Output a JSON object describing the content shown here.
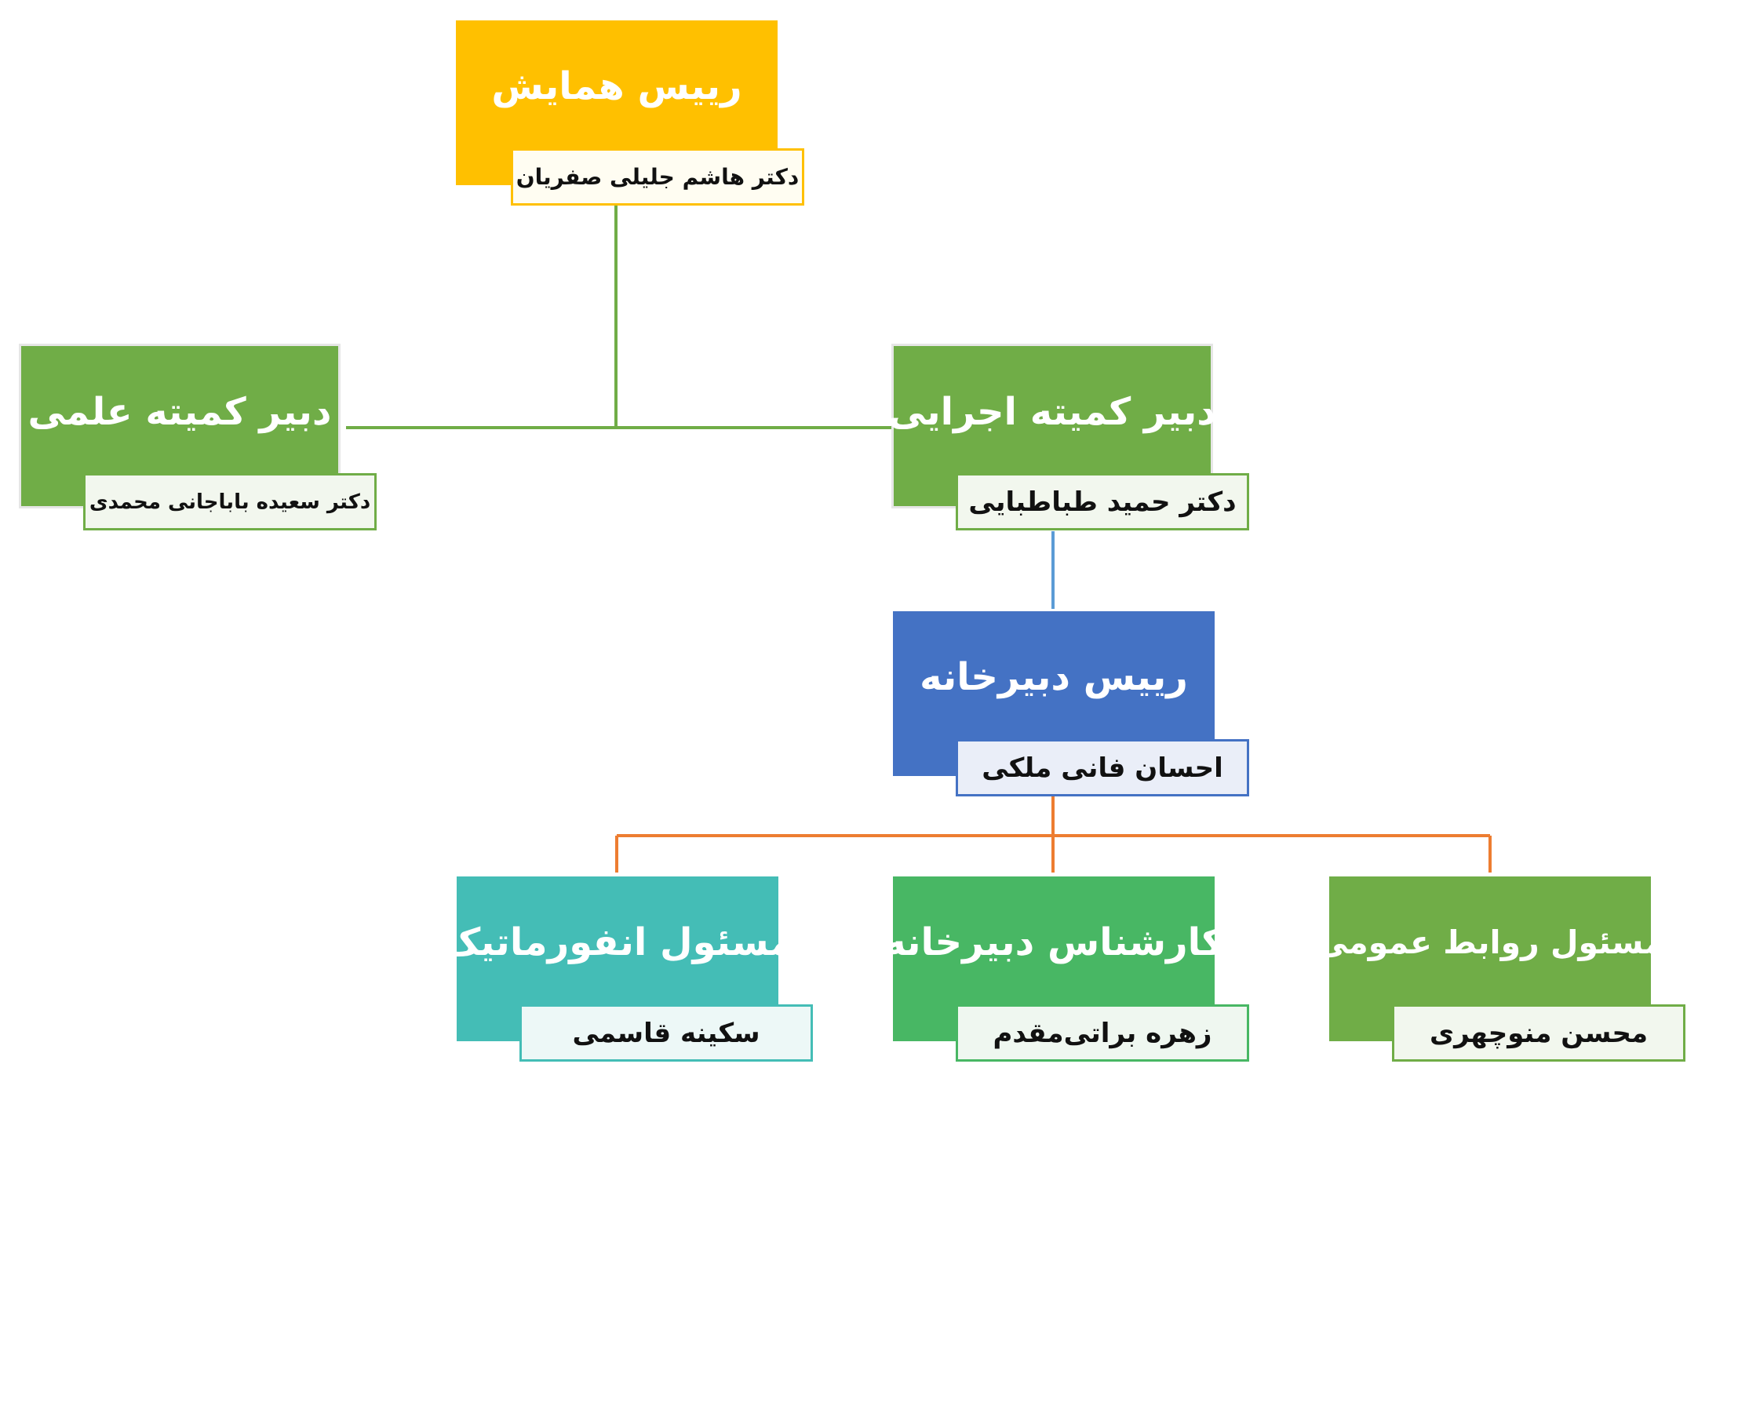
{
  "colors": {
    "gold": "#ffc000",
    "green": "#70ad47",
    "blue": "#4472c4",
    "teal": "#44bdb6",
    "mid_green": "#48b764",
    "orange": "#ed7d31",
    "line_blue": "#5b9bd5"
  },
  "nodes": {
    "conference_chair": {
      "title": "رییس همایش",
      "name": "دکتر هاشم جلیلی صفریان"
    },
    "scientific_secretary": {
      "title": "دبیر کمیته علمی",
      "name": "دکتر سعیده باباجانی محمدی"
    },
    "executive_secretary": {
      "title": "دبیر کمیته اجرایی",
      "name": "دکتر حمید طباطبایی"
    },
    "secretariat_head": {
      "title": "رییس دبیرخانه",
      "name": "احسان فانی ملکی"
    },
    "informatics_officer": {
      "title": "مسئول انفورماتیک",
      "name": "سکینه قاسمی"
    },
    "secretariat_expert": {
      "title": "کارشناس دبیرخانه",
      "name": "زهره براتی‌مقدم"
    },
    "public_relations_officer": {
      "title": "مسئول روابط عمومی",
      "name": "محسن منوچهری"
    }
  }
}
